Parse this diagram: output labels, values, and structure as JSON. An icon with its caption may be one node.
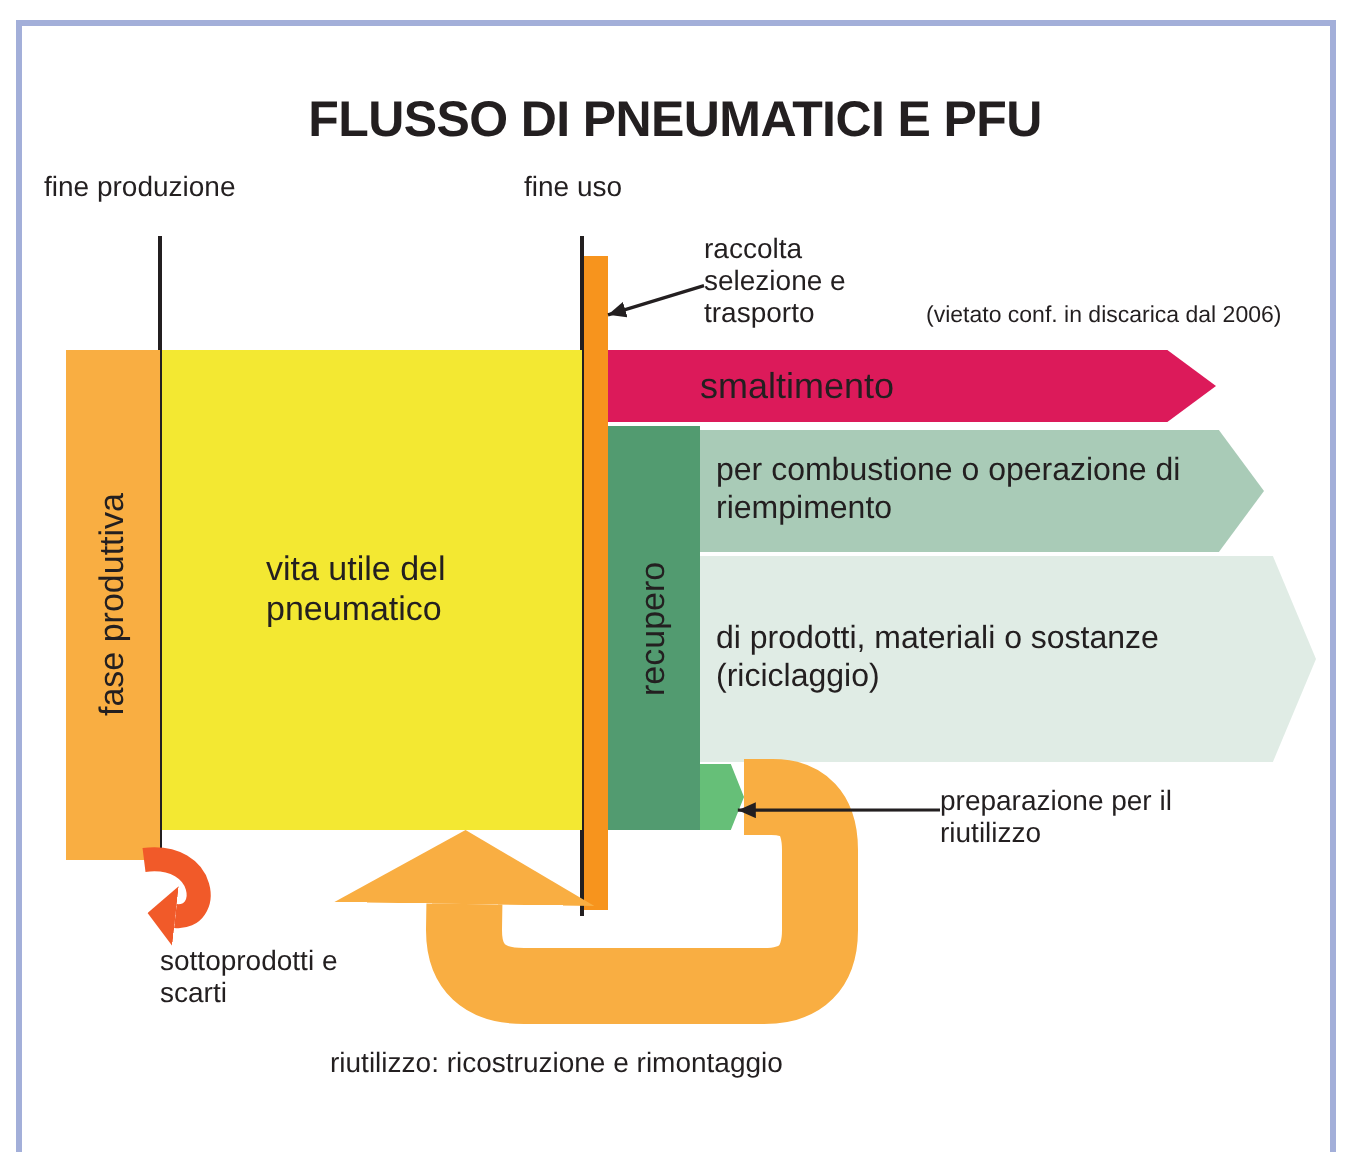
{
  "diagram": {
    "title": "FLUSSO DI PNEUMATICI E PFU",
    "nodes": [
      {
        "text": [
          "fase produttiva"
        ]
      },
      {
        "text": [
          "vita utile del pneumatico"
        ]
      },
      {
        "text": [],
        "shape": "bar"
      },
      {
        "text": [
          "raccolta selezione e trasporto"
        ]
      },
      {
        "text": [
          "smaltimento"
        ],
        "beside": [
          "(vietato conf. in discarica dal 2006)"
        ]
      },
      {
        "text": [
          "recupero"
        ]
      },
      {
        "text": [
          "per combustione o operazione di riempimento"
        ]
      },
      {
        "text": [
          "di prodotti, materiali o sostanze (riciclaggio)"
        ]
      },
      {
        "text": [],
        "shape": "box"
      },
      {
        "text": [
          "preparazione per il riutilizzo"
        ]
      },
      {
        "text": [
          "sottoprodotti e scarti"
        ]
      }
    ],
    "edges": [
      {
        "from": 3,
        "to": 2,
        "arrow": "to"
      },
      {
        "from": 9,
        "to": 8,
        "arrow": "to"
      },
      {
        "from": 0,
        "to": 10,
        "arrow": "to",
        "style": "thick",
        "color": "#f15a29"
      },
      {
        "from": 8,
        "to": 1,
        "arrow": "to",
        "label": "riutilizzo: ricostruzione e rimontaggio",
        "style": "thick",
        "color": "#f9ae42"
      }
    ],
    "labels": [
      "fine produzione",
      "fine uso"
    ]
  }
}
